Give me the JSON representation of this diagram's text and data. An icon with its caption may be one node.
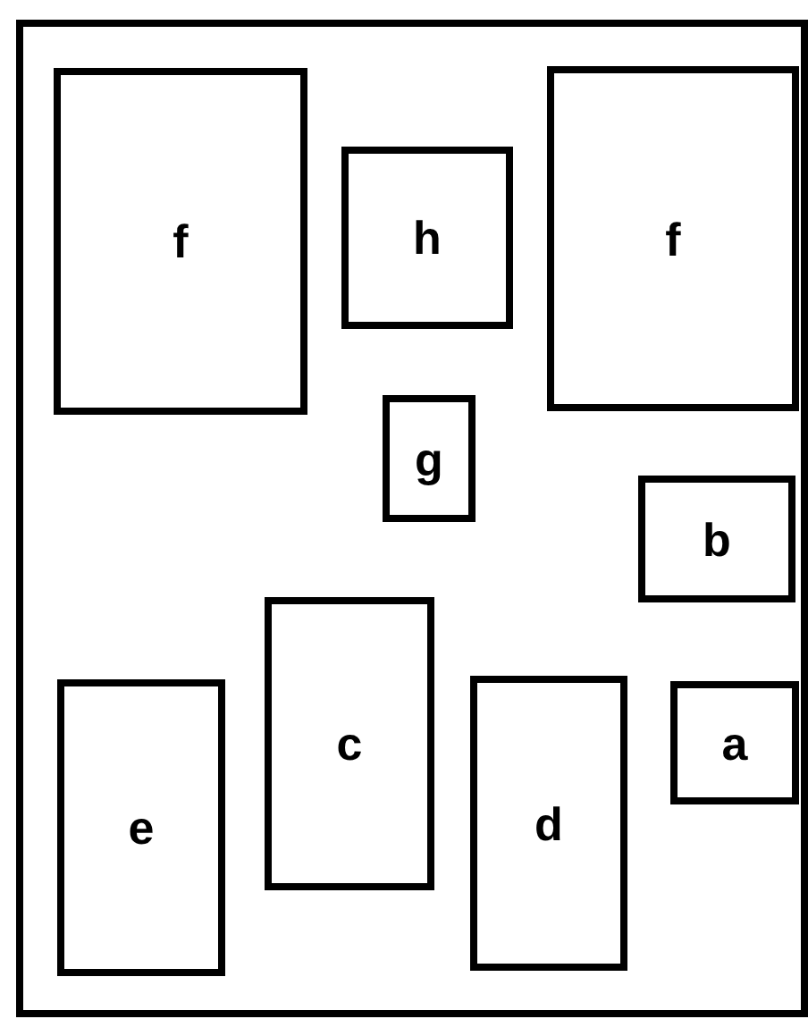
{
  "diagram": {
    "nodes": [
      {
        "text": [],
        "shape": "box"
      },
      {
        "text": [
          "f"
        ],
        "in": 0
      },
      {
        "text": [
          "h"
        ],
        "in": 0
      },
      {
        "text": [
          "f"
        ],
        "in": 0
      },
      {
        "text": [
          "g"
        ],
        "in": 0
      },
      {
        "text": [
          "b"
        ],
        "in": 0
      },
      {
        "text": [
          "c"
        ],
        "in": 0
      },
      {
        "text": [
          "a"
        ],
        "in": 0
      },
      {
        "text": [
          "e"
        ],
        "in": 0
      },
      {
        "text": [
          "d"
        ],
        "in": 0
      }
    ]
  }
}
